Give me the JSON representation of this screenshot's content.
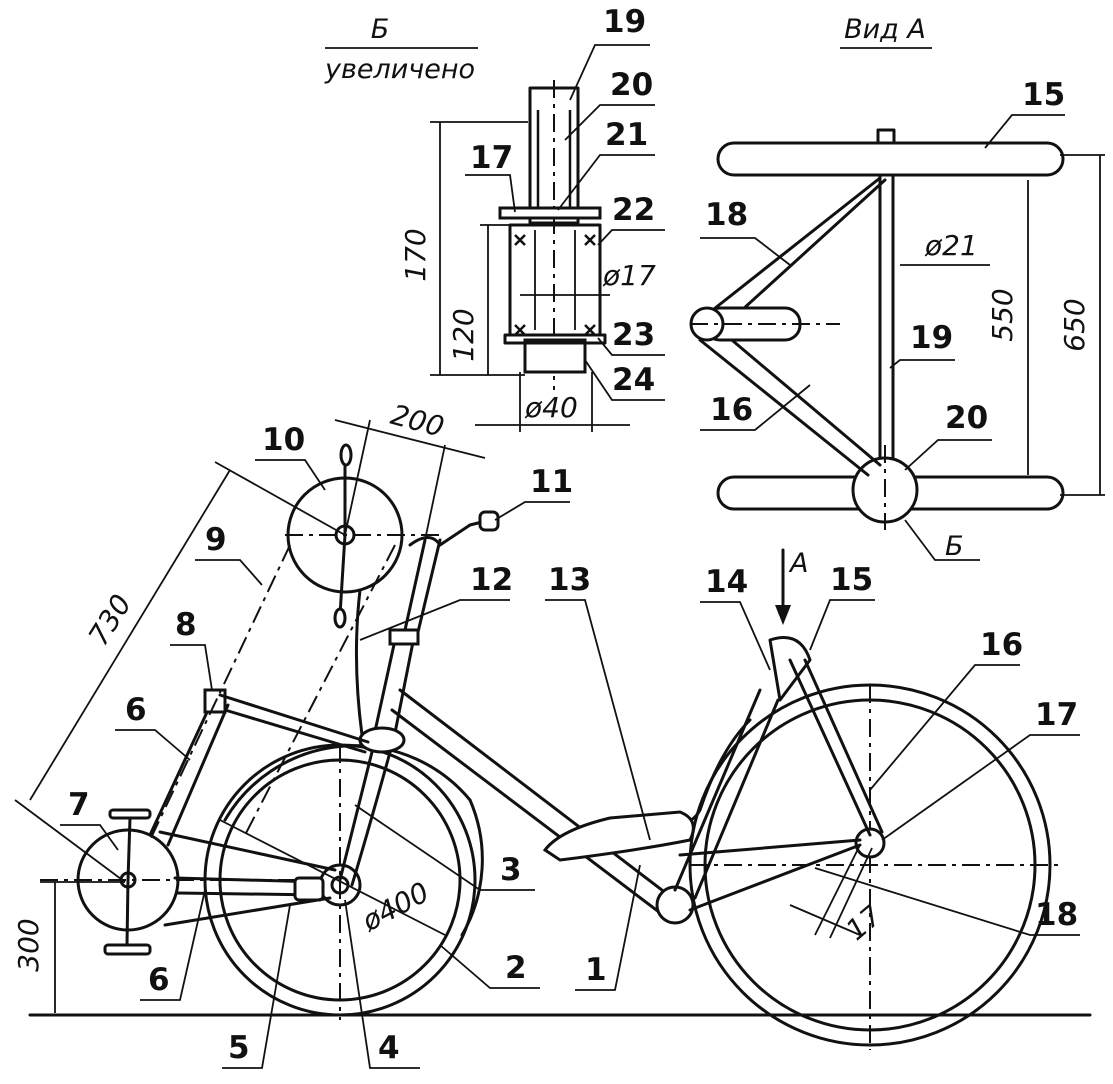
{
  "views": {
    "detail_b": {
      "title": "Б",
      "subtitle": "увеличено"
    },
    "view_a": {
      "title": "Вид А"
    }
  },
  "dimensions": {
    "d170": "170",
    "d120": "120",
    "d_phi17": "ø17",
    "d_phi40": "ø40",
    "d_phi21": "ø21",
    "d550": "550",
    "d650": "650",
    "d200": "200",
    "d730": "730",
    "d300": "300",
    "d_phi400": "ø400",
    "d17": "17"
  },
  "markers": {
    "arrow_a": "A",
    "view_b_ref": "Б"
  },
  "callouts": {
    "n1": "1",
    "n2": "2",
    "n3": "3",
    "n4": "4",
    "n5": "5",
    "n6": "6",
    "n7": "7",
    "n8": "8",
    "n9": "9",
    "n10": "10",
    "n11": "11",
    "n12": "12",
    "n13": "13",
    "n14": "14",
    "n15": "15",
    "n16": "16",
    "n17": "17",
    "n18": "18",
    "n19": "19",
    "n20": "20",
    "n21": "21",
    "n22": "22",
    "n23": "23",
    "n24": "24"
  }
}
